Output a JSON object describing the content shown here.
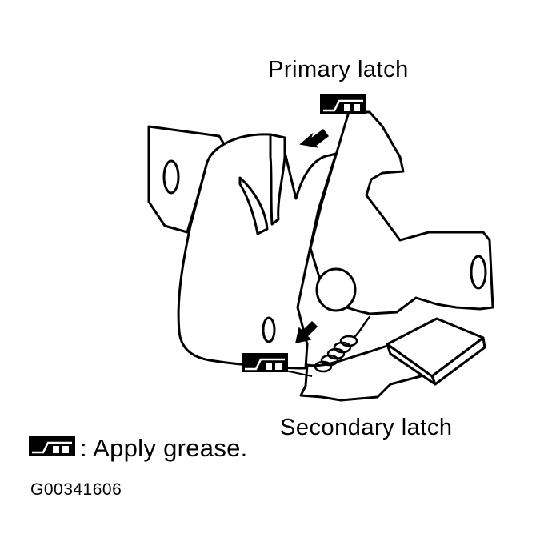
{
  "labels": {
    "primary_latch": "Primary latch",
    "secondary_latch": "Secondary latch",
    "legend_text": ": Apply grease.",
    "figure_code": "G00341606"
  },
  "icons": {
    "grease_symbol": "grease-icon",
    "arrow": "arrow-icon"
  },
  "colors": {
    "ink": "#000000",
    "paper": "#ffffff"
  }
}
